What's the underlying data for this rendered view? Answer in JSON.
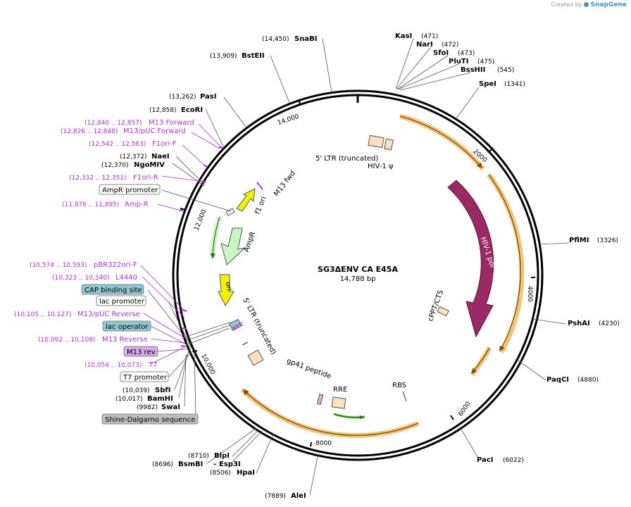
{
  "credit": {
    "prefix": "Created by",
    "brand": "SnapGene"
  },
  "plasmid": {
    "name": "SG3ΔENV CA E45A",
    "size": "14,788 bp"
  },
  "ruler": [
    "2000",
    "4000",
    "6000",
    "8000",
    "10,000",
    "12,000",
    "14,000"
  ],
  "sites_right": [
    {
      "name": "KasI",
      "pos": "(471)"
    },
    {
      "name": "NarI",
      "pos": "(472)"
    },
    {
      "name": "SfoI",
      "pos": "(473)"
    },
    {
      "name": "PluTI",
      "pos": "(475)"
    },
    {
      "name": "BssHII",
      "pos": "(545)"
    },
    {
      "name": "SpeI",
      "pos": "(1341)"
    },
    {
      "name": "PflMI",
      "pos": "(3326)"
    },
    {
      "name": "PshAI",
      "pos": "(4230)"
    },
    {
      "name": "PaqCI",
      "pos": "(4880)"
    },
    {
      "name": "PacI",
      "pos": "(6022)"
    }
  ],
  "sites_bottom": [
    {
      "name": "AleI",
      "pos": "(7889)"
    },
    {
      "name": "HpaI",
      "pos": "(8506)"
    },
    {
      "name": "Esp3I",
      "prefix": "- "
    },
    {
      "name": "BlpI",
      "pos": "(8710)"
    },
    {
      "name": "BsmBI",
      "pos": "(8696)"
    }
  ],
  "sites_left": [
    {
      "name": "SnaBI",
      "pos": "(14,450)"
    },
    {
      "name": "BstEII",
      "pos": "(13,909)"
    },
    {
      "name": "PasI",
      "pos": "(13,262)"
    },
    {
      "name": "EcoRI",
      "pos": "(12,858)"
    },
    {
      "name": "NaeI",
      "pos": "(12,372)"
    },
    {
      "name": "NgoMIV",
      "pos": "(12,370)"
    },
    {
      "name": "SbfI",
      "pos": "(10,039)"
    },
    {
      "name": "BamHI",
      "pos": "(10,017)"
    },
    {
      "name": "SwaI",
      "pos": "(9982)"
    }
  ],
  "primers": [
    {
      "name": "M13 Forward",
      "pos": "(12,840 .. 12,857)"
    },
    {
      "name": "M13/pUC Forward",
      "pos": "(12,826 .. 12,848)"
    },
    {
      "name": "F1ori-F",
      "pos": "(12,542 .. 12,563)"
    },
    {
      "name": "F1ori-R",
      "pos": "(12,332 .. 12,351)"
    },
    {
      "name": "Amp-R",
      "pos": "(11,876 .. 11,895)"
    },
    {
      "name": "pBR322ori-F",
      "pos": "(10,574 .. 10,593)"
    },
    {
      "name": "L4440",
      "pos": "(10,323 .. 10,340)"
    },
    {
      "name": "M13/pUC Reverse",
      "pos": "(10,105 .. 10,127)"
    },
    {
      "name": "M13 Reverse",
      "pos": "(10,092 .. 10,108)"
    },
    {
      "name": "T7",
      "pos": "(10,054 .. 10,073)"
    }
  ],
  "boxed": [
    {
      "name": "AmpR promoter",
      "fill": "#ffffff"
    },
    {
      "name": "CAP binding site",
      "fill": "#8ec7d2"
    },
    {
      "name": "lac promoter",
      "fill": "#ffffff"
    },
    {
      "name": "lac operator",
      "fill": "#8ec7d2"
    },
    {
      "name": "M13 rev",
      "fill": "#d7a8ef"
    },
    {
      "name": "T7 promoter",
      "fill": "#ffffff"
    },
    {
      "name": "Shine-Dalgarno sequence",
      "fill": "#bdbdbd"
    }
  ],
  "features": {
    "ltr5_top": "5' LTR (truncated)",
    "hiv_psi": "HIV-1 ψ",
    "hiv_pol": "HIV-1 pol",
    "cppt": "cPPT/CTS",
    "rbs": "RBS",
    "rre": "RRE",
    "gp41": "gp41 peptide",
    "ltr5_bottom": "5' LTR (truncated)",
    "ori": "ori",
    "ampr": "AmpR",
    "f1ori": "f1 ori",
    "m13fwd": "M13 fwd"
  },
  "colors": {
    "backbone": "#000000",
    "orange_arc": "#f5c27a",
    "pol": "#9b2a64",
    "ori": "#f2f200",
    "ampr": "#c9f5c0",
    "ltr": "#fde0c0",
    "primer": "#b030d8",
    "rre_arrow": "#3bb020"
  }
}
